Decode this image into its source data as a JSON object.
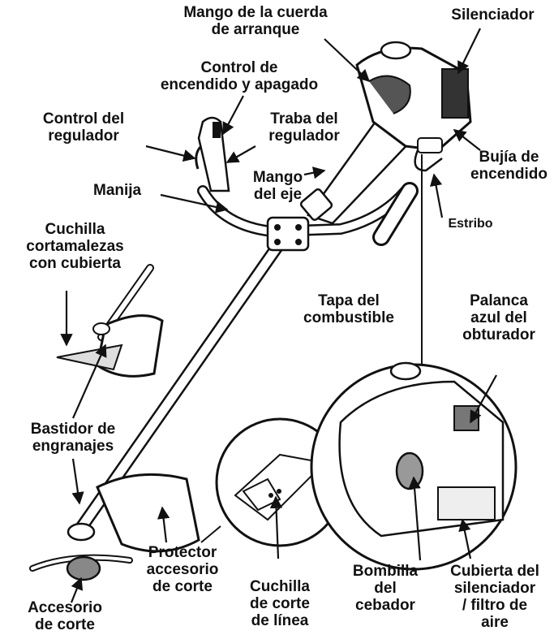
{
  "diagram": {
    "labels": {
      "mango_cuerda_1": "Mango de la cuerda",
      "mango_cuerda_2": "de arranque",
      "silenciador": "Silenciador",
      "control_encendido_1": "Control de",
      "control_encendido_2": "encendido y apagado",
      "control_regulador_1": "Control del",
      "control_regulador_2": "regulador",
      "traba_regulador_1": "Traba del",
      "traba_regulador_2": "regulador",
      "bujia_1": "Bujía de",
      "bujia_2": "encendido",
      "mango_eje_1": "Mango",
      "mango_eje_2": "del eje",
      "manija": "Manija",
      "estribo": "Estribo",
      "cuchilla_cortamalezas_1": "Cuchilla",
      "cuchilla_cortamalezas_2": "cortamalezas",
      "cuchilla_cortamalezas_3": "con cubierta",
      "tapa_combustible_1": "Tapa del",
      "tapa_combustible_2": "combustible",
      "palanca_obturador_1": "Palanca",
      "palanca_obturador_2": "azul del",
      "palanca_obturador_3": "obturador",
      "bastidor_1": "Bastidor de",
      "bastidor_2": "engranajes",
      "protector_1": "Protector",
      "protector_2": "accesorio",
      "protector_3": "de corte",
      "cuchilla_linea_1": "Cuchilla",
      "cuchilla_linea_2": "de corte",
      "cuchilla_linea_3": "de línea",
      "bombilla_1": "Bombilla",
      "bombilla_2": "del",
      "bombilla_3": "cebador",
      "cubierta_1": "Cubierta del",
      "cubierta_2": "silenciador",
      "cubierta_3": "/ filtro de",
      "cubierta_4": "aire",
      "accesorio_1": "Accesorio",
      "accesorio_2": "de corte"
    }
  }
}
